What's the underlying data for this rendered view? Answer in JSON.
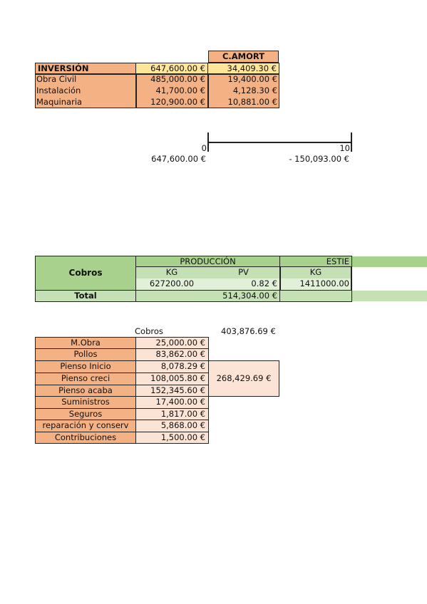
{
  "inversion": {
    "camort_header": "C.AMORT",
    "header_label": "INVERSIÓN",
    "header_total": "647,600.00 €",
    "header_amort": "34,409.30 €",
    "rows": [
      {
        "label": "Obra Civil",
        "value": "485,000.00 €",
        "amort": "19,400.00 €"
      },
      {
        "label": "Instalación",
        "value": "41,700.00 €",
        "amort": "4,128.30 €"
      },
      {
        "label": "Maquinaria",
        "value": "120,900.00 €",
        "amort": "10,881.00 €"
      }
    ]
  },
  "timeline": {
    "start_tick": "0",
    "end_tick": "10",
    "start_value": "647,600.00 €",
    "end_value": "- 150,093.00 €"
  },
  "cobros_table": {
    "title": "Cobros",
    "produccion": "PRODUCCIÓN",
    "estie": "ESTIE",
    "kg_label": "KG",
    "pv_label": "PV",
    "kg2_label": "KG",
    "kg_value": "627200.00",
    "pv_value": "0.82 €",
    "kg2_value": "1411000.00",
    "total_label": "Total",
    "total_value": "514,304.00 €"
  },
  "costs": {
    "cobros_label": "Cobros",
    "cobros_value": "403,876.69 €",
    "pienso_total": "268,429.69 €",
    "rows": [
      {
        "label": "M.Obra",
        "value": "25,000.00 €"
      },
      {
        "label": "Pollos",
        "value": "83,862.00 €"
      },
      {
        "label": "Pienso Inicio",
        "value": "8,078.29 €"
      },
      {
        "label": "Pienso creci",
        "value": "108,005.80 €"
      },
      {
        "label": "Pienso acaba",
        "value": "152,345.60 €"
      },
      {
        "label": "Suministros",
        "value": "17,400.00 €"
      },
      {
        "label": "Seguros",
        "value": "1,817.00 €"
      },
      {
        "label": "reparación y conserv",
        "value": "5,868.00 €"
      },
      {
        "label": "Contribuciones",
        "value": "1,500.00 €"
      }
    ]
  }
}
